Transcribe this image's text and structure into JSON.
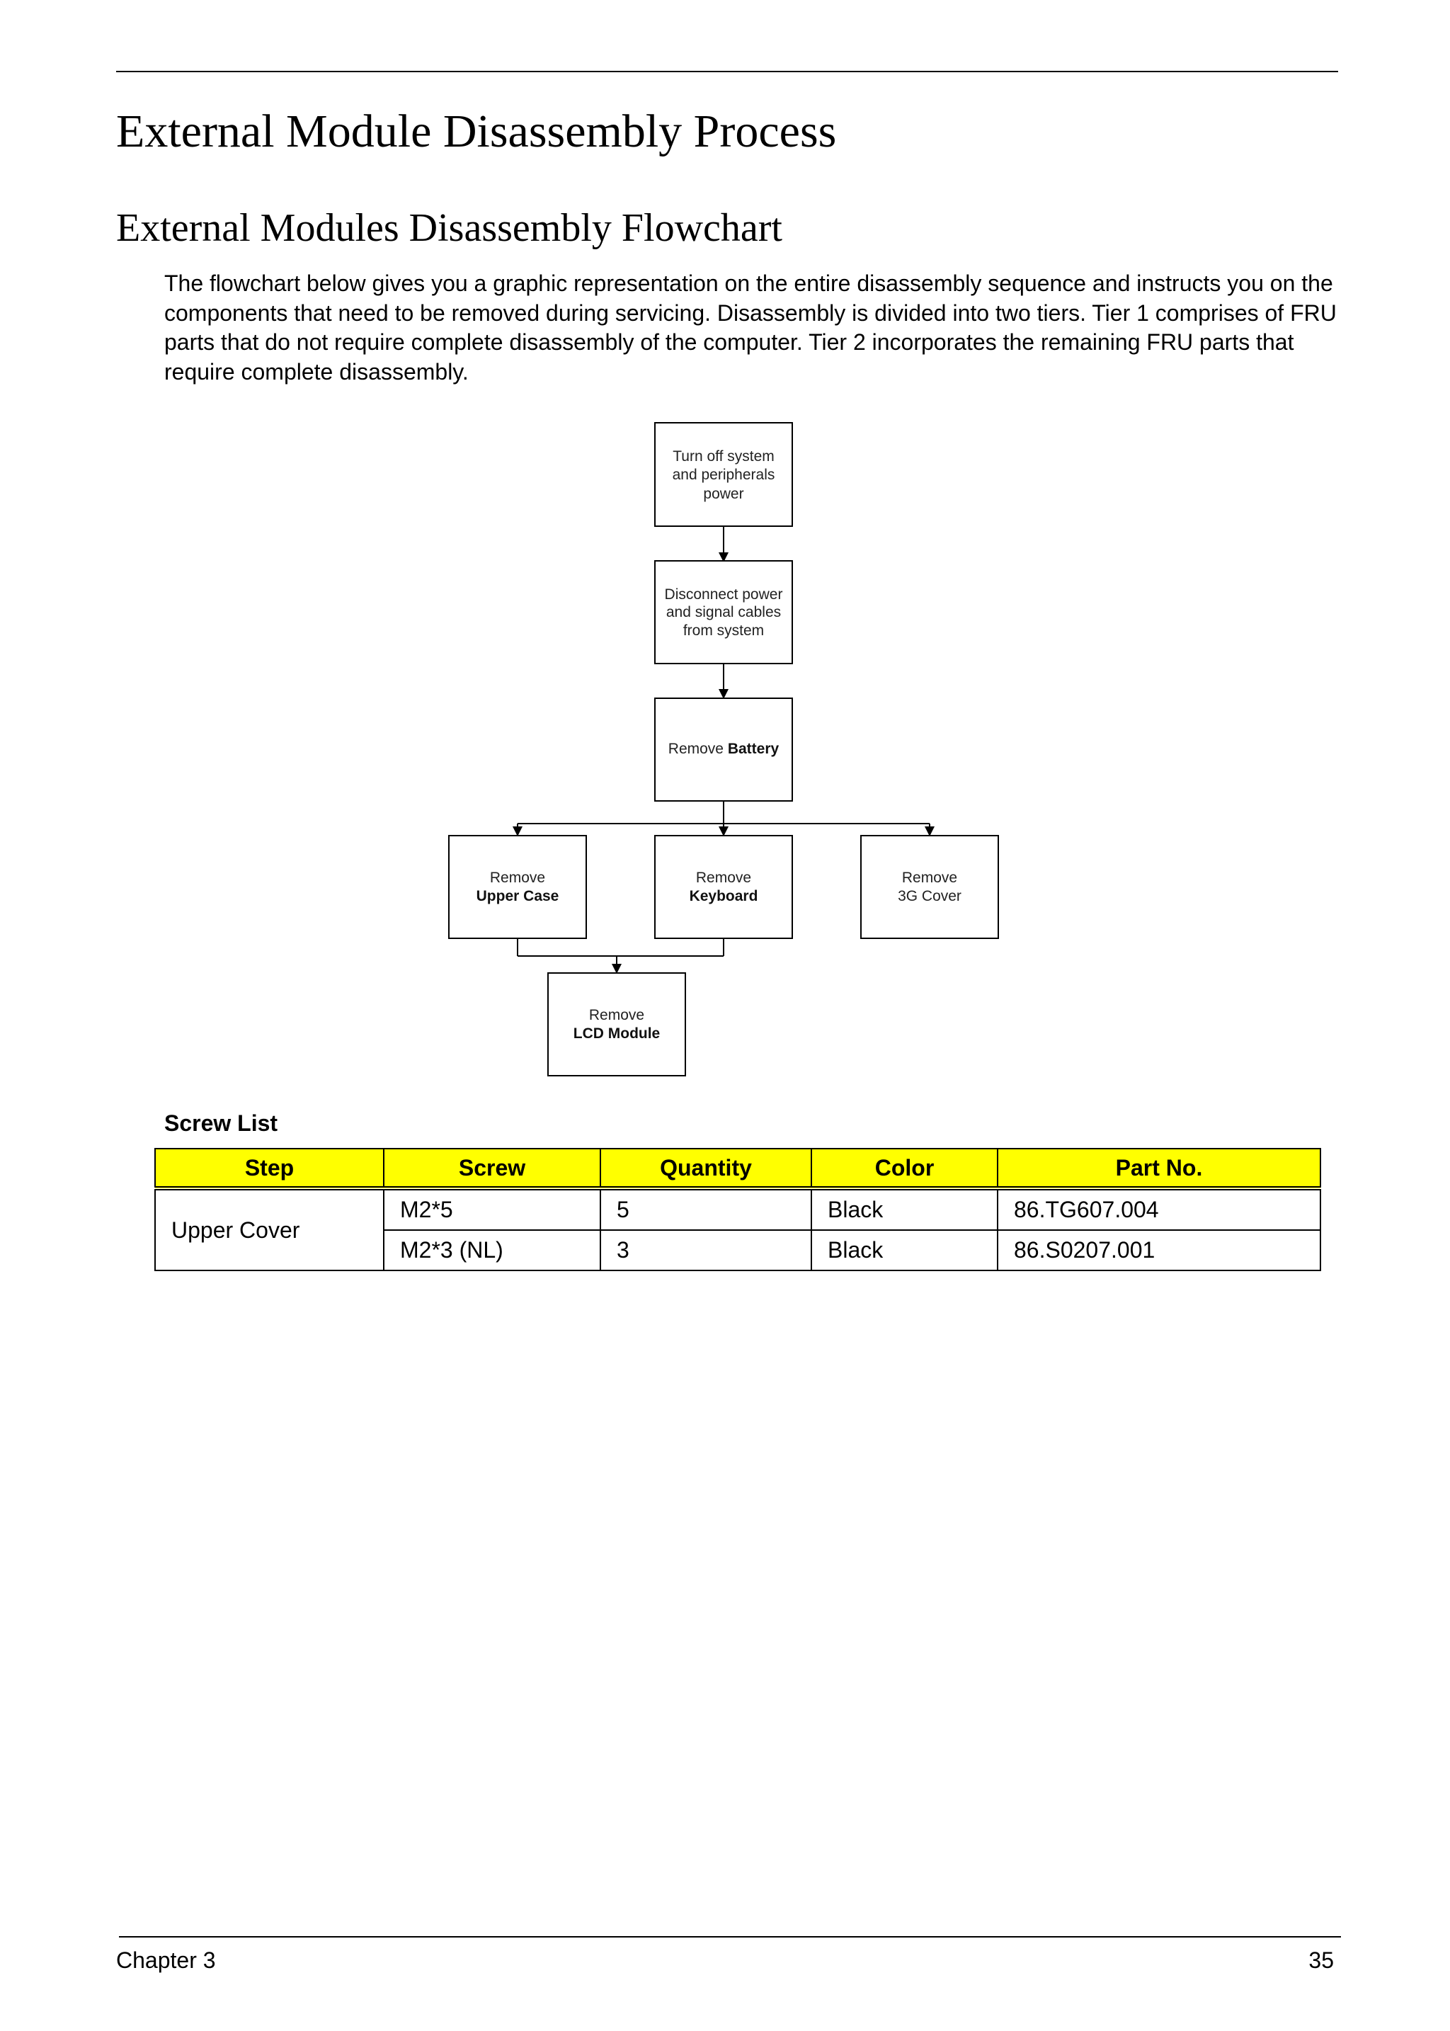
{
  "page": {
    "title": "External Module Disassembly Process",
    "section_title": "External Modules Disassembly Flowchart",
    "intro": "The flowchart below gives you a graphic representation on the entire disassembly sequence and instructs you on the components that need to be removed during servicing. Disassembly is divided into two tiers. Tier 1 comprises of FRU parts that do not require complete disassembly of the computer. Tier 2 incorporates the remaining FRU parts that require complete disassembly."
  },
  "flowchart": {
    "turn_off": [
      "Turn off system",
      "and peripherals",
      "power"
    ],
    "disconnect": [
      "Disconnect power",
      "and signal cables",
      "from system"
    ],
    "battery": {
      "prefix": "Remove",
      "bold": "Battery"
    },
    "upper_case": {
      "line1": "Remove",
      "line2": "Upper Case"
    },
    "keyboard": {
      "line1": "Remove",
      "line2": "Keyboard"
    },
    "cover_3g": {
      "line1": "Remove",
      "line2": "3G Cover"
    },
    "lcd_module": {
      "line1": "Remove",
      "line2": "LCD Module"
    }
  },
  "screw_list": {
    "heading": "Screw List",
    "headers": [
      "Step",
      "Screw",
      "Quantity",
      "Color",
      "Part No."
    ],
    "step": "Upper Cover",
    "rows": [
      {
        "screw": "M2*5",
        "quantity": "5",
        "color": "Black",
        "part_no": "86.TG607.004"
      },
      {
        "screw": "M2*3 (NL)",
        "quantity": "3",
        "color": "Black",
        "part_no": "86.S0207.001"
      }
    ]
  },
  "footer": {
    "chapter": "Chapter 3",
    "page_number": "35"
  }
}
